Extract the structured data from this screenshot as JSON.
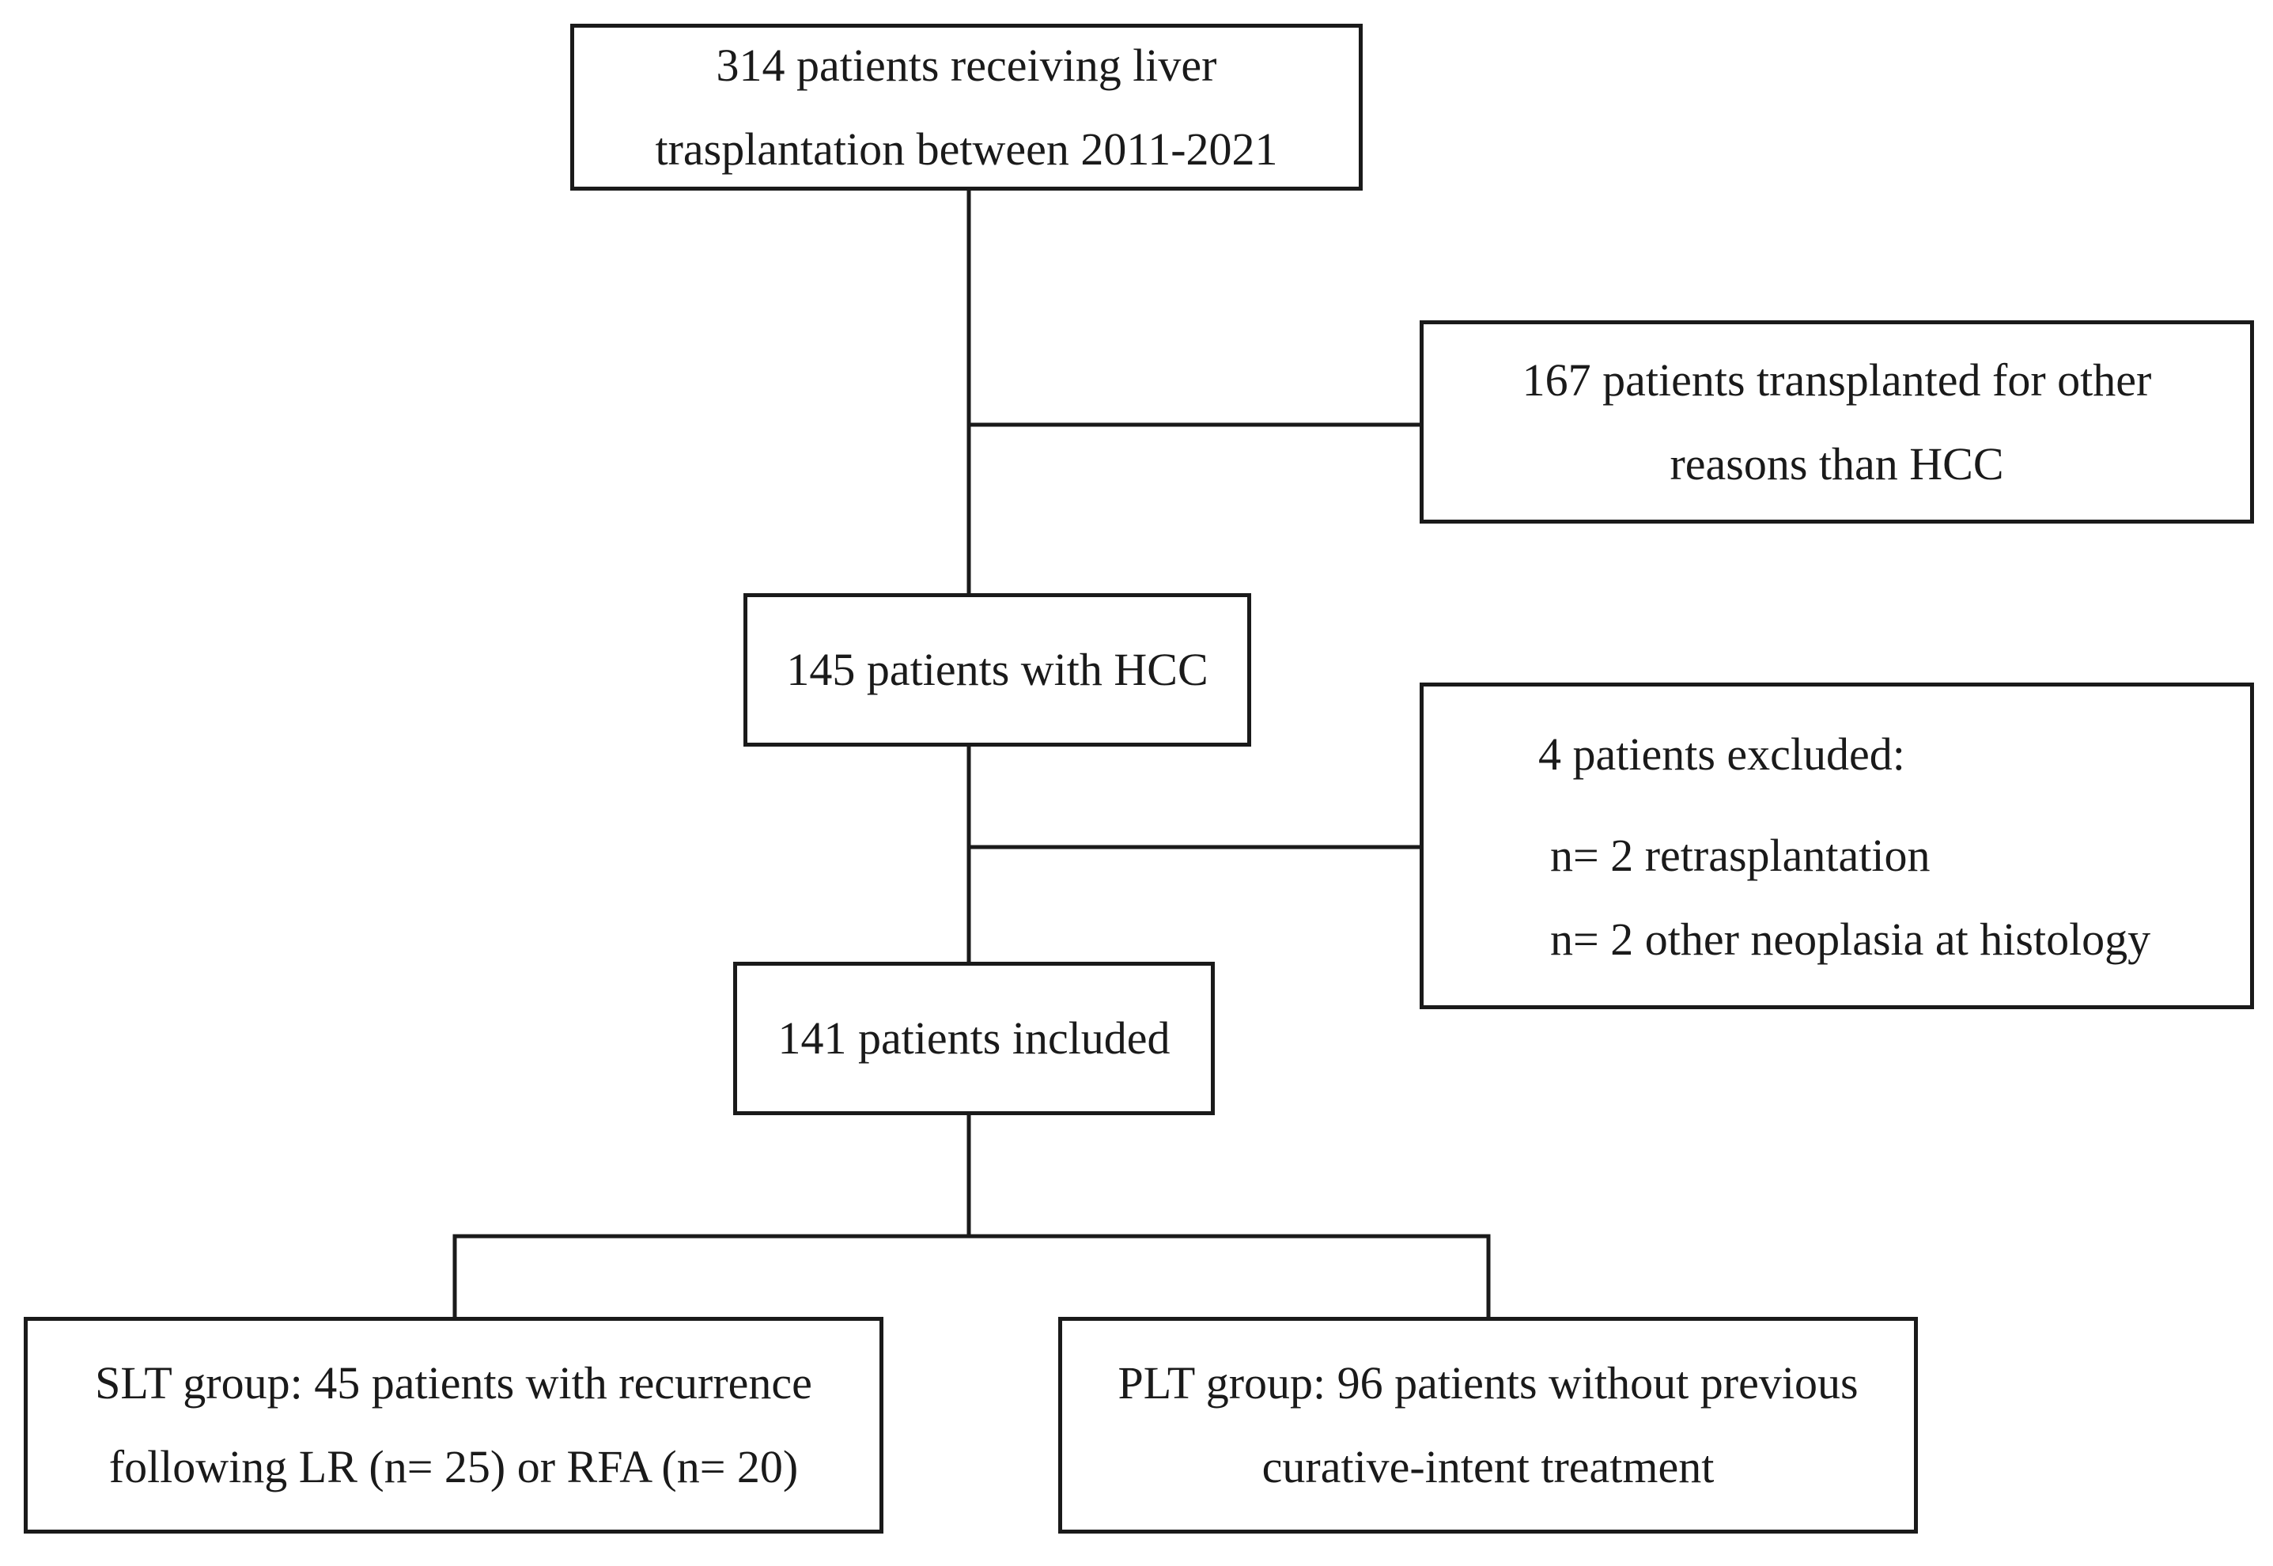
{
  "flowchart": {
    "total": {
      "lines": [
        "314 patients receiving liver",
        "trasplantation between 2011-2021"
      ]
    },
    "other_reasons": {
      "lines": [
        "167 patients transplanted for other",
        "reasons than HCC"
      ]
    },
    "hcc": {
      "lines": [
        "145 patients with HCC"
      ]
    },
    "excluded": {
      "title": "4 patients excluded:",
      "items": [
        "n= 2 retrasplantation",
        "n= 2 other neoplasia at histology"
      ]
    },
    "included": {
      "lines": [
        "141 patients included"
      ]
    },
    "slt_group": {
      "lines": [
        "SLT group: 45 patients with recurrence",
        "following LR (n= 25) or RFA (n= 20)"
      ]
    },
    "plt_group": {
      "lines": [
        "PLT group: 96 patients without previous",
        "curative-intent treatment"
      ]
    }
  },
  "colors": {
    "line": "#1a1a1a",
    "background": "#ffffff"
  }
}
